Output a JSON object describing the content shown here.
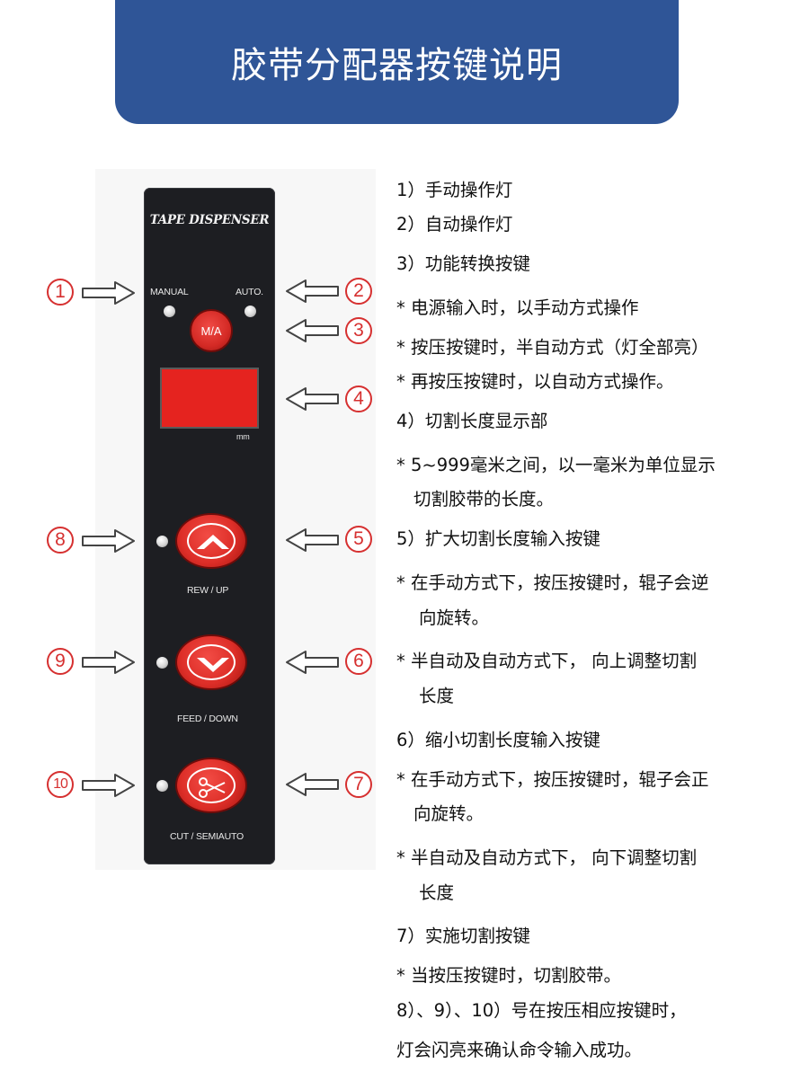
{
  "header": {
    "title": "胶带分配器按键说明"
  },
  "panel": {
    "title": "TAPE DISPENSER",
    "manual_label": "MANUAL",
    "auto_label": "AUTO.",
    "ma_label": "M/A",
    "mm_label": "mm",
    "rew_label": "REW / UP",
    "feed_label": "FEED / DOWN",
    "cut_label": "CUT / SEMIAUTO"
  },
  "callouts": {
    "n1": "1",
    "n2": "2",
    "n3": "3",
    "n4": "4",
    "n5": "5",
    "n6": "6",
    "n7": "7",
    "n8": "8",
    "n9": "9",
    "n10": "10"
  },
  "description": {
    "l1": "1）手动操作灯",
    "l2": "2）自动操作灯",
    "l3": "3）功能转换按键",
    "l4": "*  电源输入时，以手动方式操作",
    "l5": "*  按压按键时，半自动方式（灯全部亮）",
    "l6": "*  再按压按键时，以自动方式操作。",
    "l7": "4）切割长度显示部",
    "l8": "*  5~999毫米之间，以一毫米为单位显示",
    "l9": "切割胶带的长度。",
    "l10": "5）扩大切割长度输入按键",
    "l11": "*  在手动方式下，按压按键时，辊子会逆",
    "l12": "向旋转。",
    "l13": "*  半自动及自动方式下， 向上调整切割",
    "l14": "长度",
    "l15": "6）缩小切割长度输入按键",
    "l16": "*  在手动方式下，按压按键时，辊子会正",
    "l17": "向旋转。",
    "l18": "*  半自动及自动方式下， 向下调整切割",
    "l19": "长度",
    "l20": "7）实施切割按键",
    "l21": "*  当按压按键时，切割胶带。",
    "l22": "8）、9）、10）号在按压相应按键时，",
    "l23": "灯会闪亮来确认命令输入成功。"
  },
  "colors": {
    "header": "#2f5597",
    "panel": "#1d1e22",
    "button_red": "#dd2e28",
    "callout": "#d63030"
  }
}
